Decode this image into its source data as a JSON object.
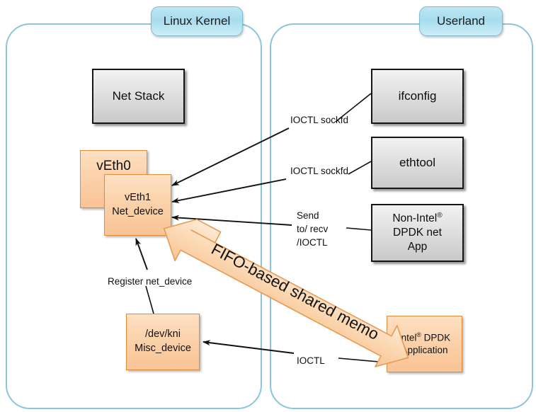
{
  "panels": [
    {
      "id": "kernel",
      "title": "Linux Kernel"
    },
    {
      "id": "userland",
      "title": "Userland"
    }
  ],
  "kernel_boxes": [
    {
      "id": "net-stack",
      "label": "Net Stack",
      "style": "gray"
    },
    {
      "id": "veth0",
      "label": "vEth0",
      "style": "orange"
    },
    {
      "id": "veth1",
      "line1": "vEth1",
      "line2": "Net_device",
      "style": "orange"
    },
    {
      "id": "dev-kni",
      "line1": "/dev/kni",
      "line2": "Misc_device",
      "style": "orange"
    }
  ],
  "userland_boxes": [
    {
      "id": "ifconfig",
      "label": "ifconfig",
      "style": "gray"
    },
    {
      "id": "ethtool",
      "label": "ethtool",
      "style": "gray"
    },
    {
      "id": "non-intel-dpdk-net-app",
      "line1": "Non-Intel",
      "sup1": "®",
      "line2": "DPDK net",
      "line3": "App",
      "style": "gray"
    },
    {
      "id": "intel-dpdk-application",
      "line1": "Intel",
      "sup1": "®",
      "line1b": " DPDK",
      "line2": "Application",
      "style": "orange"
    }
  ],
  "connector_labels": {
    "ioctl_sockfd_ifconfig": "IOCTL sockfd",
    "ioctl_sockfd_ethtool": "IOCTL sockfd",
    "send_recv_ioctl": "Send\nto/ recv\n/IOCTL",
    "register_net_device": "Register net_device",
    "ioctl_misc_device": "IOCTL"
  },
  "fifo_arrow": {
    "label": "FIFO-based shared memory",
    "direction": "bidirectional"
  },
  "colors": {
    "panel_border": "#8dc4d8",
    "pill_fill": "#a7dcee",
    "gray_box_fill": "#e2e2e2",
    "gray_box_border": "#151515",
    "orange_box_fill": "#fbd2ab",
    "orange_box_border": "#e08e3c",
    "fifo_arrow_fill": "#fbd7b0",
    "connector_line": "#111111"
  }
}
